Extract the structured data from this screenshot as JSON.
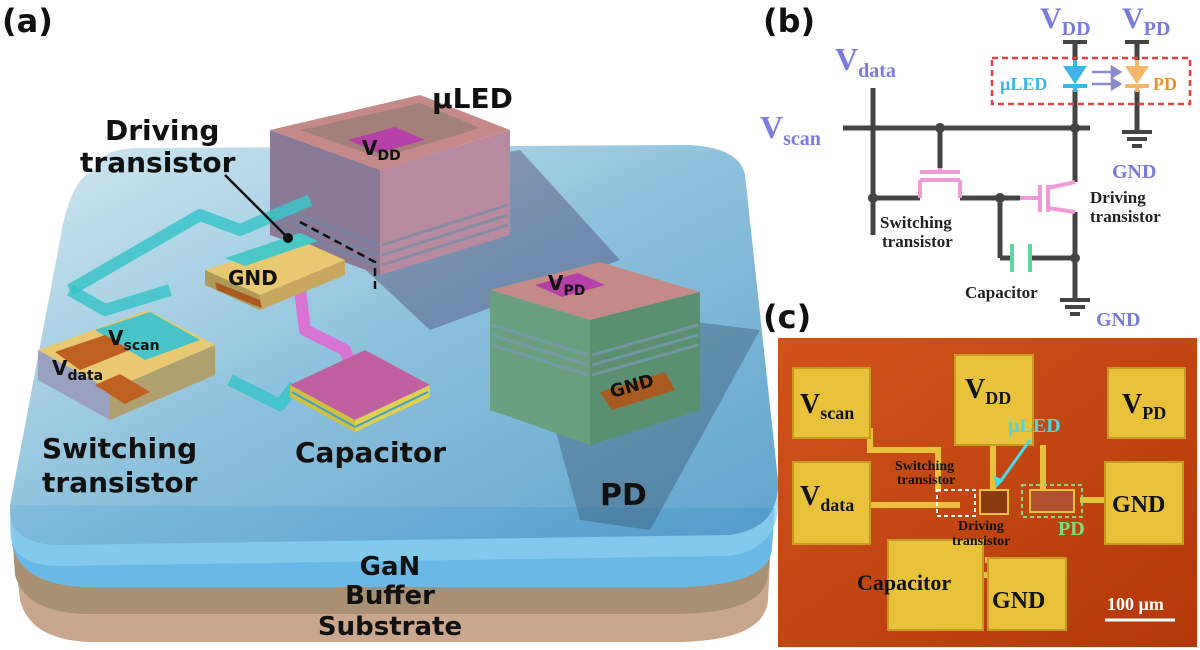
{
  "panel_a": {
    "label": "(a)",
    "layers": {
      "gan": "GaN",
      "buffer": "Buffer",
      "substrate": "Substrate"
    },
    "uled": {
      "title": "µLED",
      "pad": "V",
      "pad_sub": "DD"
    },
    "pd": {
      "title": "PD",
      "pad": "V",
      "pad_sub": "PD",
      "gnd": "GND"
    },
    "driving": {
      "line1": "Driving",
      "line2": "transistor",
      "gnd": "GND"
    },
    "switching": {
      "line1": "Switching",
      "line2": "transistor",
      "scan": "V",
      "scan_sub": "scan",
      "data": "V",
      "data_sub": "data"
    },
    "capacitor": "Capacitor"
  },
  "panel_b": {
    "label": "(b)",
    "vdd": "V",
    "vdd_sub": "DD",
    "vpd": "V",
    "vpd_sub": "PD",
    "vdata": "V",
    "vdata_sub": "data",
    "vscan": "V",
    "vscan_sub": "scan",
    "uled": "µLED",
    "pd": "PD",
    "gnd_top": "GND",
    "gnd_bottom": "GND",
    "switching_1": "Switching",
    "switching_2": "transistor",
    "driving_1": "Driving",
    "driving_2": "transistor",
    "capacitor": "Capacitor"
  },
  "panel_c": {
    "label": "(c)",
    "vscan": "V",
    "vscan_sub": "scan",
    "vdd": "V",
    "vdd_sub": "DD",
    "vpd": "V",
    "vpd_sub": "PD",
    "vdata": "V",
    "vdata_sub": "data",
    "gnd_right": "GND",
    "gnd_bottom": "GND",
    "capacitor": "Capacitor",
    "uled": "µLED",
    "pd": "PD",
    "switching_1": "Switching",
    "switching_2": "transistor",
    "driving_1": "Driving",
    "driving_2": "transistor",
    "scale": "100 µm"
  },
  "colors": {
    "uled_blue": "#3bb6e8",
    "pd_orange": "#f5a64a",
    "switch_pink": "#f29ad8",
    "cap_green": "#5ed6a0",
    "label_purple": "#7b7bdd",
    "chip_red": "#c8440a",
    "pad_gold": "#e8c23a"
  }
}
